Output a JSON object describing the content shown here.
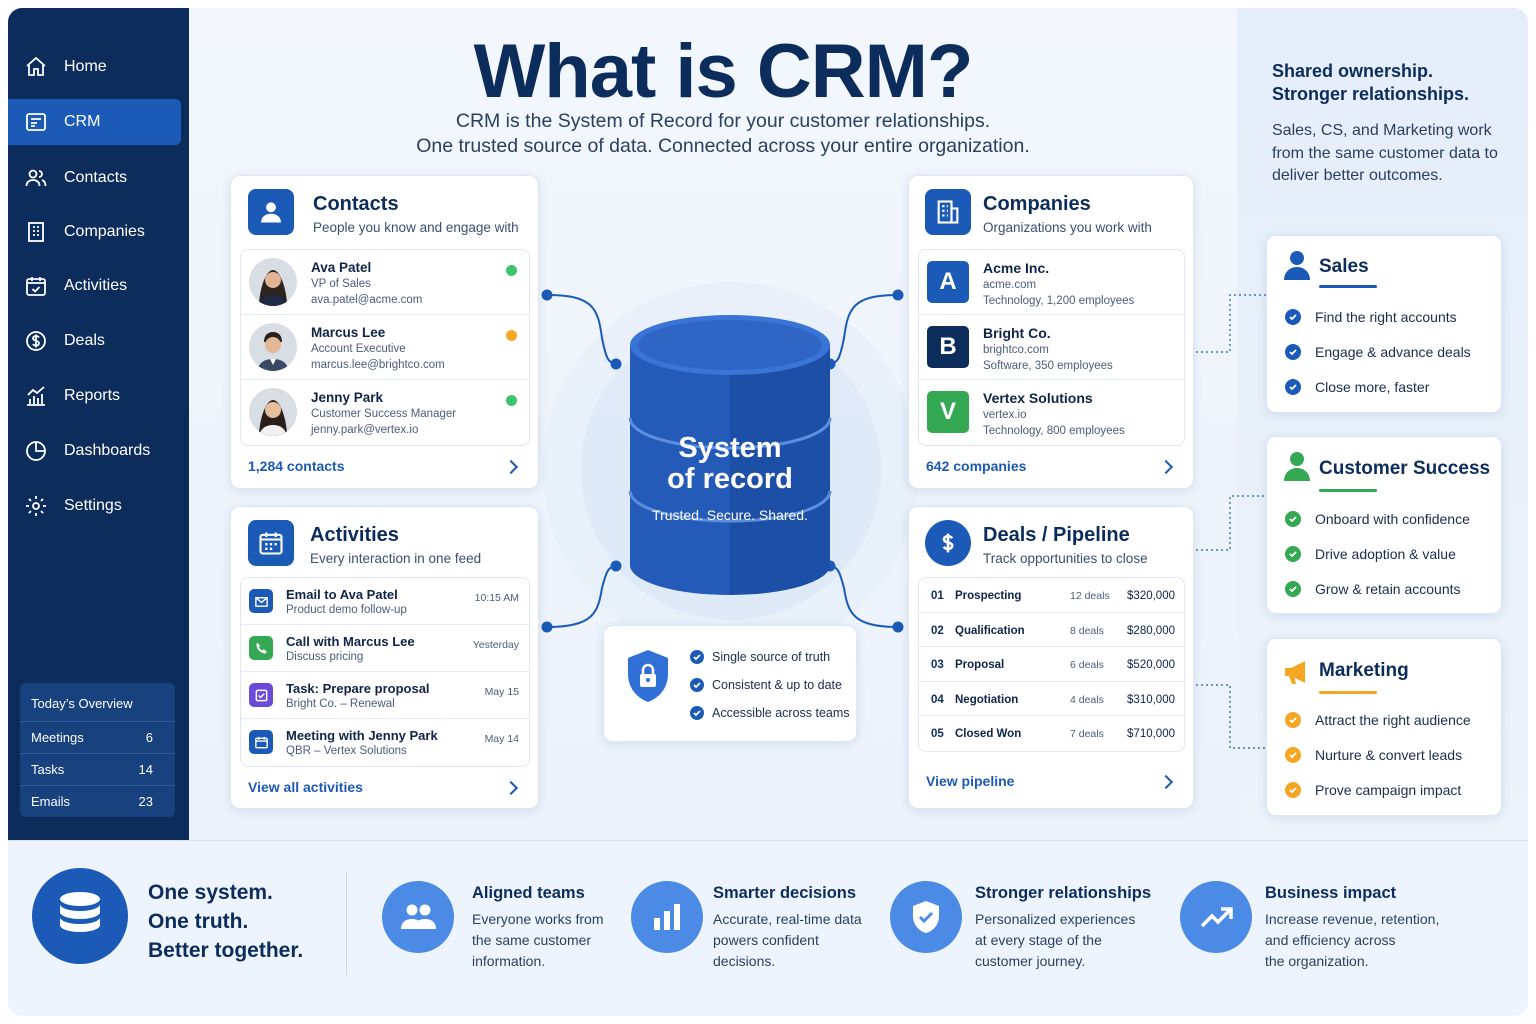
{
  "header": {
    "title": "What is CRM?",
    "subtitle_line1": "CRM is the System of Record for your customer relationships.",
    "subtitle_line2": "One trusted source of data. Connected across your entire organization."
  },
  "sidebar": {
    "items": [
      {
        "label": "Home",
        "icon": "home-icon"
      },
      {
        "label": "CRM",
        "icon": "crm-icon",
        "active": true
      },
      {
        "label": "Contacts",
        "icon": "contacts-icon"
      },
      {
        "label": "Companies",
        "icon": "building-icon"
      },
      {
        "label": "Activities",
        "icon": "calendar-check-icon"
      },
      {
        "label": "Deals",
        "icon": "dollar-icon"
      },
      {
        "label": "Reports",
        "icon": "chart-icon"
      },
      {
        "label": "Dashboards",
        "icon": "pie-icon"
      },
      {
        "label": "Settings",
        "icon": "gear-icon"
      }
    ],
    "overview": {
      "title": "Today’s Overview",
      "rows": [
        {
          "label": "Meetings",
          "value": "6"
        },
        {
          "label": "Tasks",
          "value": "14"
        },
        {
          "label": "Emails",
          "value": "23"
        }
      ]
    }
  },
  "contacts": {
    "title": "Contacts",
    "subtitle": "People you know and engage with",
    "items": [
      {
        "name": "Ava Patel",
        "role": "VP of Sales",
        "email": "ava.patel@acme.com",
        "status_color": "#3cc46b"
      },
      {
        "name": "Marcus Lee",
        "role": "Account Executive",
        "email": "marcus.lee@brightco.com",
        "status_color": "#f5a623"
      },
      {
        "name": "Jenny Park",
        "role": "Customer Success Manager",
        "email": "jenny.park@vertex.io",
        "status_color": "#3cc46b"
      }
    ],
    "footer": "1,284 contacts"
  },
  "companies": {
    "title": "Companies",
    "subtitle": "Organizations you work with",
    "items": [
      {
        "letter": "A",
        "name": "Acme Inc.",
        "domain": "acme.com",
        "info": "Technology, 1,200 employees",
        "color": "#1c5ab8"
      },
      {
        "letter": "B",
        "name": "Bright Co.",
        "domain": "brightco.com",
        "info": "Software, 350 employees",
        "color": "#0c2c5c"
      },
      {
        "letter": "V",
        "name": "Vertex Solutions",
        "domain": "vertex.io",
        "info": "Technology, 800 employees",
        "color": "#34a853"
      }
    ],
    "footer": "642 companies"
  },
  "activities": {
    "title": "Activities",
    "subtitle": "Every interaction in one feed",
    "items": [
      {
        "title": "Email to Ava Patel",
        "sub": "Product demo follow-up",
        "time": "10:15 AM",
        "icon": "mail-icon",
        "color": "#1c5ab8"
      },
      {
        "title": "Call with Marcus Lee",
        "sub": "Discuss pricing",
        "time": "Yesterday",
        "icon": "phone-icon",
        "color": "#34a853"
      },
      {
        "title": "Task: Prepare proposal",
        "sub": "Bright Co. – Renewal",
        "time": "May 15",
        "icon": "checkbox-icon",
        "color": "#6a4bd8"
      },
      {
        "title": "Meeting with Jenny Park",
        "sub": "QBR – Vertex Solutions",
        "time": "May 14",
        "icon": "calendar-icon",
        "color": "#1c5ab8"
      }
    ],
    "footer": "View all activities"
  },
  "deals": {
    "title": "Deals / Pipeline",
    "subtitle": "Track opportunities to close",
    "stages": [
      {
        "num": "01",
        "stage": "Prospecting",
        "count": "12 deals",
        "amount": "$320,000"
      },
      {
        "num": "02",
        "stage": "Qualification",
        "count": "8 deals",
        "amount": "$280,000"
      },
      {
        "num": "03",
        "stage": "Proposal",
        "count": "6 deals",
        "amount": "$520,000"
      },
      {
        "num": "04",
        "stage": "Negotiation",
        "count": "4 deals",
        "amount": "$310,000"
      },
      {
        "num": "05",
        "stage": "Closed Won",
        "count": "7 deals",
        "amount": "$710,000"
      }
    ],
    "footer": "View pipeline"
  },
  "center": {
    "line1": "System",
    "line2": "of record",
    "tagline": "Trusted. Secure. Shared.",
    "trust_items": [
      "Single source of truth",
      "Consistent & up to date",
      "Accessible across teams"
    ]
  },
  "right_panel": {
    "head_line1": "Shared ownership.",
    "head_line2": "Stronger relationships.",
    "text": "Sales, CS, and Marketing work from the same customer data to deliver better outcomes.",
    "teams": [
      {
        "title": "Sales",
        "color": "#1c5ab8",
        "items": [
          "Find the right accounts",
          "Engage & advance deals",
          "Close more, faster"
        ]
      },
      {
        "title": "Customer Success",
        "color": "#34a853",
        "items": [
          "Onboard with confidence",
          "Drive adoption & value",
          "Grow & retain accounts"
        ]
      },
      {
        "title": "Marketing",
        "color": "#f5a623",
        "items": [
          "Attract the right audience",
          "Nurture & convert leads",
          "Prove campaign impact"
        ]
      }
    ]
  },
  "bottom": {
    "tagline": [
      "One system.",
      "One truth.",
      "Better together."
    ],
    "benefits": [
      {
        "title": "Aligned teams",
        "lines": [
          "Everyone works from",
          "the same customer",
          "information."
        ],
        "icon": "team-icon"
      },
      {
        "title": "Smarter decisions",
        "lines": [
          "Accurate, real-time data",
          "powers confident",
          "decisions."
        ],
        "icon": "bar-chart-icon"
      },
      {
        "title": "Stronger relationships",
        "lines": [
          "Personalized experiences",
          "at every stage of the",
          "customer journey."
        ],
        "icon": "shield-check-icon"
      },
      {
        "title": "Business impact",
        "lines": [
          "Increase revenue, retention,",
          "and efficiency across",
          "the organization."
        ],
        "icon": "trend-up-icon"
      }
    ]
  }
}
